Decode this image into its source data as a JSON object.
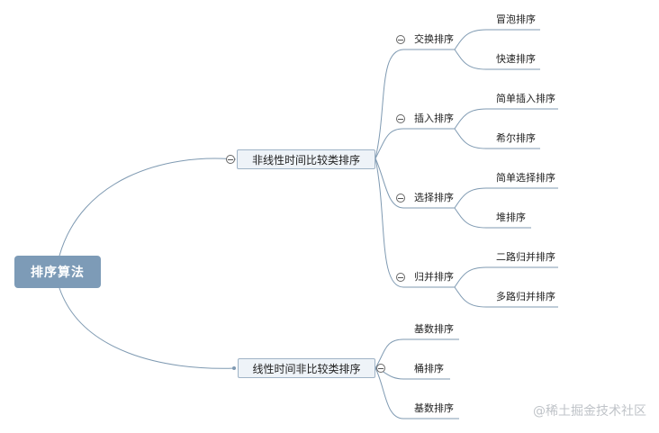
{
  "root": {
    "label": "排序算法"
  },
  "branches": [
    {
      "label": "非线性时间比较类排序",
      "children": [
        {
          "label": "交换排序",
          "children": [
            "冒泡排序",
            "快速排序"
          ]
        },
        {
          "label": "插入排序",
          "children": [
            "简单插入排序",
            "希尔排序"
          ]
        },
        {
          "label": "选择排序",
          "children": [
            "简单选择排序",
            "堆排序"
          ]
        },
        {
          "label": "归并排序",
          "children": [
            "二路归并排序",
            "多路归并排序"
          ]
        }
      ]
    },
    {
      "label": "线性时间非比较类排序",
      "children": [
        {
          "label": "基数排序"
        },
        {
          "label": "桶排序"
        },
        {
          "label": "基数排序"
        }
      ]
    }
  ],
  "watermark": "@稀土掘金技术社区",
  "colors": {
    "root_fill": "#7d9bb7",
    "connector": "#7f9ab2",
    "l1_fill": "#eef3f8",
    "l1_border": "#9fb3c6"
  }
}
